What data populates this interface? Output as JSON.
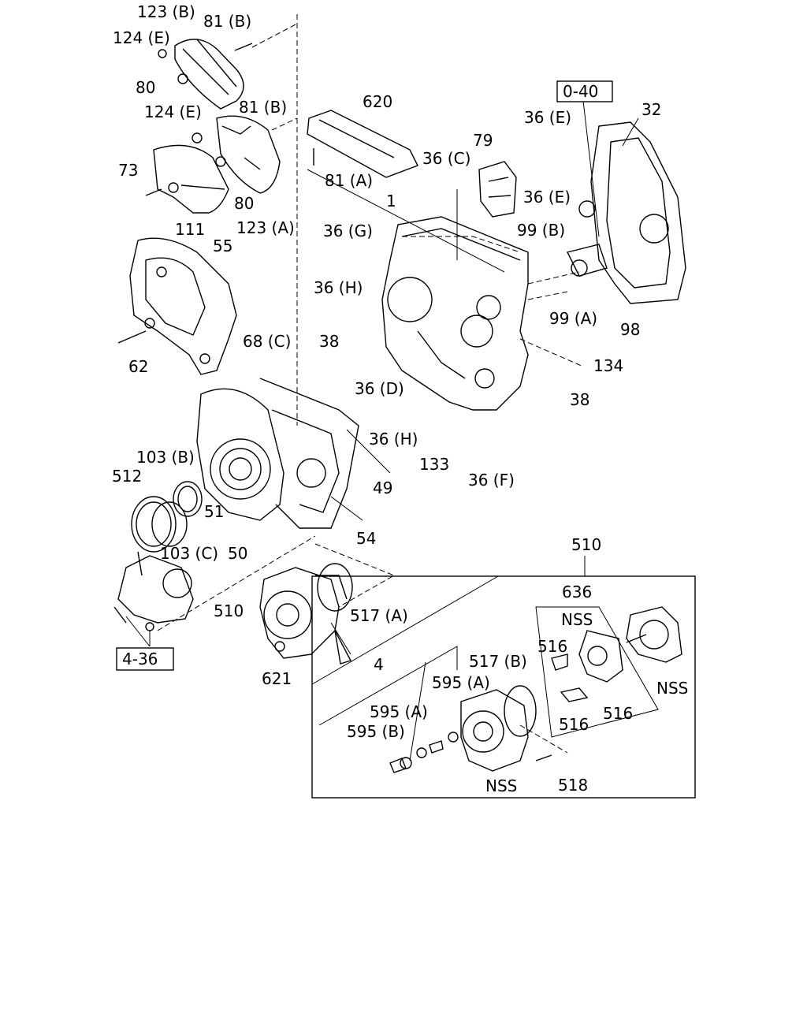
{
  "callouts": {
    "c123B": "123 (B)",
    "c81B_1": "81 (B)",
    "c124E_1": "124 (E)",
    "c80_1": "80",
    "c124E_2": "124 (E)",
    "c81B_2": "81 (B)",
    "c73": "73",
    "c80_2": "80",
    "c111": "111",
    "c123A": "123 (A)",
    "c55": "55",
    "c68C": "68 (C)",
    "c62": "62",
    "c620": "620",
    "c81A": "81 (A)",
    "c36C": "36 (C)",
    "c79": "79",
    "c36E_1": "36 (E)",
    "c36E_2": "36 (E)",
    "c1": "1",
    "c36G": "36 (G)",
    "c36H_1": "36 (H)",
    "c38_1": "38",
    "c36D": "36 (D)",
    "c36H_2": "36 (H)",
    "c133": "133",
    "c36F": "36 (F)",
    "c32": "32",
    "c99B": "99 (B)",
    "c99A": "99 (A)",
    "c98": "98",
    "c134": "134",
    "c38_2": "38",
    "c49": "49",
    "c54": "54",
    "c103B": "103 (B)",
    "c512": "512",
    "c51": "51",
    "c103C": "103 (C)",
    "c50": "50",
    "c510_main": "510",
    "c517A": "517 (A)",
    "c621": "621",
    "c510_box": "510",
    "c636": "636",
    "cNSS_1": "NSS",
    "c516_1": "516",
    "c516_2": "516",
    "c516_3": "516",
    "cNSS_2": "NSS",
    "c4": "4",
    "c595A_1": "595 (A)",
    "c595A_2": "595 (A)",
    "c595B": "595 (B)",
    "c517B": "517 (B)",
    "cNSS_3": "NSS",
    "c518": "518"
  },
  "references": {
    "ref_040": "0-40",
    "ref_436": "4-36"
  }
}
